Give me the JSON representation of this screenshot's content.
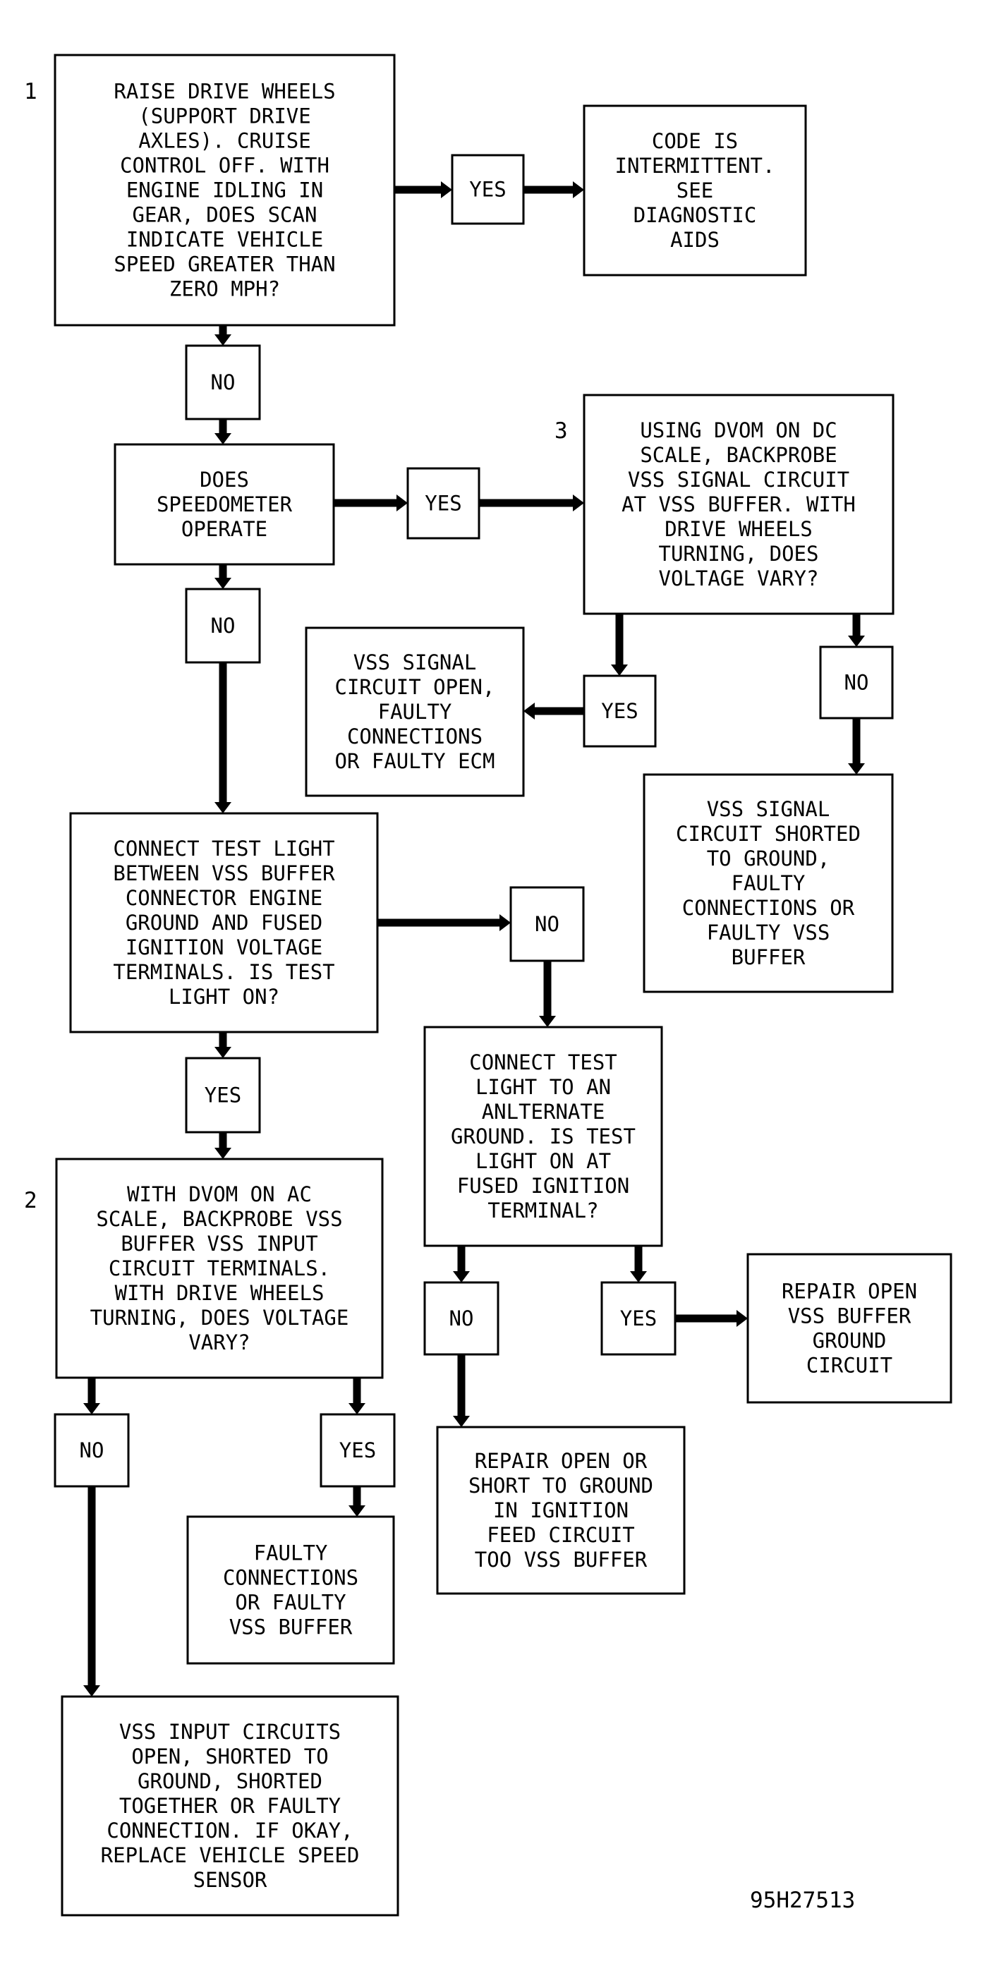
{
  "nodes": {
    "q1": {
      "step": "1",
      "lines": [
        "RAISE DRIVE WHEELS",
        "(SUPPORT DRIVE",
        "AXLES). CRUISE",
        "CONTROL OFF. WITH",
        "ENGINE IDLING IN",
        "GEAR, DOES SCAN",
        "INDICATE VEHICLE",
        "SPEED GREATER THAN",
        "ZERO MPH?"
      ]
    },
    "yes1": {
      "lines": [
        "YES"
      ]
    },
    "r_intermittent": {
      "lines": [
        "CODE IS",
        "INTERMITTENT.",
        "SEE",
        "DIAGNOSTIC",
        "AIDS"
      ]
    },
    "no1": {
      "lines": [
        "NO"
      ]
    },
    "q_speedo": {
      "lines": [
        "DOES",
        "SPEEDOMETER",
        "OPERATE"
      ]
    },
    "yes_speedo": {
      "lines": [
        "YES"
      ]
    },
    "q3": {
      "step": "3",
      "lines": [
        "USING DVOM ON DC",
        "SCALE, BACKPROBE",
        "VSS SIGNAL CIRCUIT",
        "AT VSS BUFFER. WITH",
        "DRIVE WHEELS",
        "TURNING, DOES",
        "VOLTAGE VARY?"
      ]
    },
    "no_speedo": {
      "lines": [
        "NO"
      ]
    },
    "yes3": {
      "lines": [
        "YES"
      ]
    },
    "r_signal_open": {
      "lines": [
        "VSS SIGNAL",
        "CIRCUIT OPEN,",
        "FAULTY",
        "CONNECTIONS",
        "OR FAULTY ECM"
      ]
    },
    "no3": {
      "lines": [
        "NO"
      ]
    },
    "r_signal_short": {
      "lines": [
        "VSS SIGNAL",
        "CIRCUIT SHORTED",
        "TO GROUND,",
        "FAULTY",
        "CONNECTIONS OR",
        "FAULTY VSS",
        "BUFFER"
      ]
    },
    "q_testlight": {
      "lines": [
        "CONNECT TEST LIGHT",
        "BETWEEN VSS BUFFER",
        "CONNECTOR ENGINE",
        "GROUND AND FUSED",
        "IGNITION VOLTAGE",
        "TERMINALS. IS TEST",
        "LIGHT ON?"
      ]
    },
    "no_testlight": {
      "lines": [
        "NO"
      ]
    },
    "q_alt_ground": {
      "lines": [
        "CONNECT TEST",
        "LIGHT TO AN",
        "ANLTERNATE",
        "GROUND. IS TEST",
        "LIGHT ON AT",
        "FUSED IGNITION",
        "TERMINAL?"
      ]
    },
    "yes_testlight": {
      "lines": [
        "YES"
      ]
    },
    "q2": {
      "step": "2",
      "lines": [
        "WITH DVOM ON AC",
        "SCALE, BACKPROBE VSS",
        "BUFFER VSS INPUT",
        "CIRCUIT TERMINALS.",
        "WITH DRIVE WHEELS",
        "TURNING, DOES VOLTAGE",
        "VARY?"
      ]
    },
    "no_alt": {
      "lines": [
        "NO"
      ]
    },
    "yes_alt": {
      "lines": [
        "YES"
      ]
    },
    "r_repair_ground": {
      "lines": [
        "REPAIR OPEN",
        "VSS BUFFER",
        "GROUND",
        "CIRCUIT"
      ]
    },
    "r_repair_feed": {
      "lines": [
        "REPAIR OPEN OR",
        "SHORT TO GROUND",
        "IN IGNITION",
        "FEED CIRCUIT",
        "TOO VSS BUFFER"
      ]
    },
    "no2": {
      "lines": [
        "NO"
      ]
    },
    "yes2": {
      "lines": [
        "YES"
      ]
    },
    "r_faulty_buffer": {
      "lines": [
        "FAULTY",
        "CONNECTIONS",
        "OR FAULTY",
        "VSS BUFFER"
      ]
    },
    "r_input_circuits": {
      "lines": [
        "VSS INPUT CIRCUITS",
        "OPEN, SHORTED TO",
        "GROUND, SHORTED",
        "TOGETHER OR FAULTY",
        "CONNECTION. IF OKAY,",
        "REPLACE VEHICLE SPEED",
        "SENSOR"
      ]
    }
  },
  "figure_id": "95H27513"
}
